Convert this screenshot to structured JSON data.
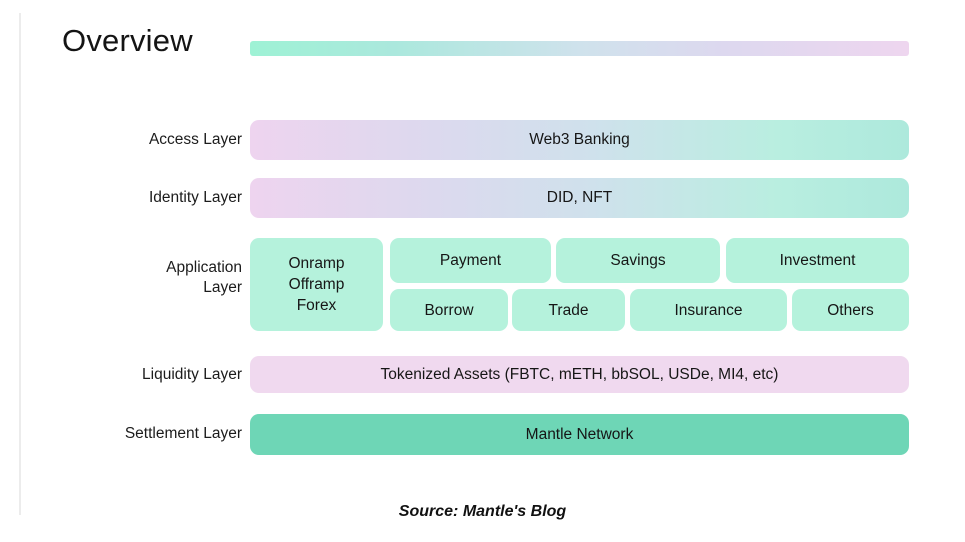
{
  "title": "Overview",
  "caption": "Source: Mantle's Blog",
  "colors": {
    "mint": "#b5f2dc",
    "pink": "#f0d9ef",
    "green": "#6ed6b6",
    "gradient_start_mint": "#9ef2d5",
    "gradient_end_lilac": "#eed6ef",
    "rule": "#ececec",
    "text": "#161616"
  },
  "labels": {
    "access": "Access Layer",
    "identity": "Identity Layer",
    "application": "Application\nLayer",
    "liquidity": "Liquidity Layer",
    "settlement": "Settlement Layer"
  },
  "layers": {
    "access": "Web3 Banking",
    "identity": "DID, NFT",
    "liquidity": "Tokenized Assets (FBTC, mETH, bbSOL, USDe, MI4, etc)",
    "settlement": "Mantle Network"
  },
  "application": {
    "tall": "Onramp\nOfframp\nForex",
    "row1": [
      "Payment",
      "Savings",
      "Investment"
    ],
    "row2": [
      "Borrow",
      "Trade",
      "Insurance",
      "Others"
    ]
  },
  "chart_data": {
    "type": "diagram",
    "title": "Overview",
    "subtitle": "Source: Mantle's Blog",
    "layout": "stacked horizontal layers, top to bottom",
    "layers": [
      {
        "name": "Access Layer",
        "items": [
          "Web3 Banking"
        ],
        "fill": "gradient lilac to mint"
      },
      {
        "name": "Identity Layer",
        "items": [
          "DID, NFT"
        ],
        "fill": "gradient lilac to mint"
      },
      {
        "name": "Application Layer",
        "items": [
          "Onramp Offramp Forex",
          "Payment",
          "Savings",
          "Investment",
          "Borrow",
          "Trade",
          "Insurance",
          "Others"
        ],
        "fill": "#b5f2dc"
      },
      {
        "name": "Liquidity Layer",
        "items": [
          "Tokenized Assets (FBTC, mETH, bbSOL, USDe, MI4, etc)"
        ],
        "fill": "#f0d9ef"
      },
      {
        "name": "Settlement Layer",
        "items": [
          "Mantle Network"
        ],
        "fill": "#6ed6b6"
      }
    ]
  }
}
